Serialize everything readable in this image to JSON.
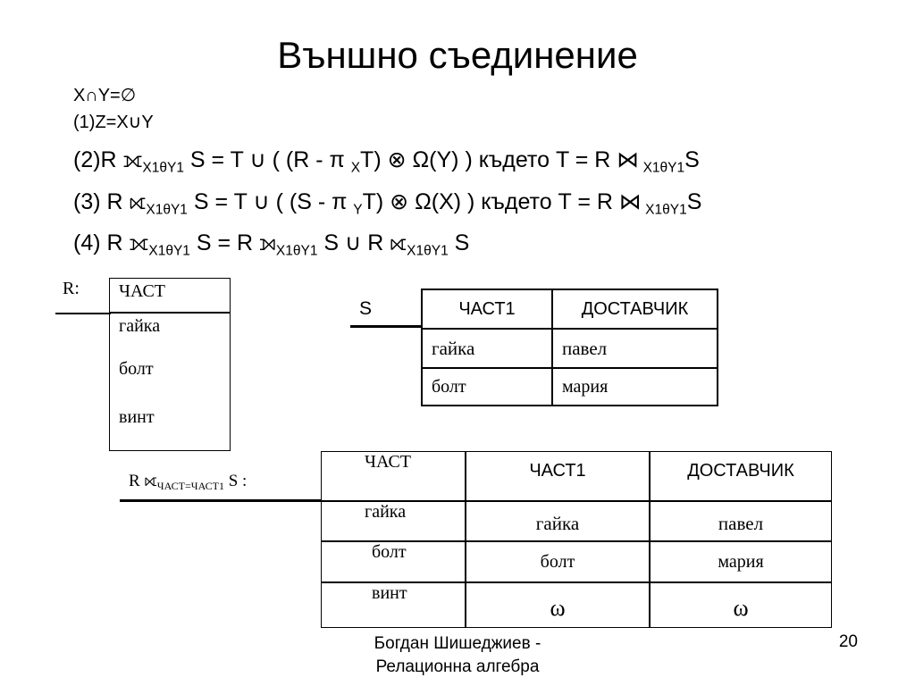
{
  "title": "Външно съединение",
  "line_xy": "X∩Y=∅",
  "line_z": "(1)Z=X∪Y",
  "formula2": {
    "prefix": "(2)R ",
    "op": "⟗",
    "sub1": "X1θY1",
    "mid": " S = T ∪ ( (R - π ",
    "sub_x": "X",
    "rest": "T) ⊗ Ω(Y) ) където T = R ",
    "op2": "⋈",
    "sub2": " X1θY1",
    "end": "S"
  },
  "formula3": {
    "prefix": "(3) R ",
    "op": "⟖",
    "sub1": "X1θY1",
    "mid": " S = T ∪ ( (S - π ",
    "sub_y": "Y",
    "rest": "T) ⊗ Ω(X) ) където T = R ",
    "op2": "⋈",
    "sub2": " X1θY1",
    "end": "S"
  },
  "formula4": {
    "prefix": "(4) R ",
    "op": "⟗",
    "sub1": "X1θY1",
    "mid": " S = R ",
    "op_b": "⟕",
    "sub2": "X1θY1",
    "mid2": " S ∪ R ",
    "op_c": "⟖",
    "sub3": "X1θY1",
    "end": " S"
  },
  "table_r": {
    "label": "R:",
    "header": "ЧАСТ",
    "rows": [
      "гайка",
      "болт",
      "винт"
    ]
  },
  "table_s": {
    "label": "S",
    "headers": [
      "ЧАСТ1",
      "ДОСТАВЧИК"
    ],
    "rows": [
      [
        "гайка",
        "павел"
      ],
      [
        "болт",
        "мария"
      ]
    ]
  },
  "table_result": {
    "label_prefix": "R ",
    "label_op": "⟖",
    "label_sub": "ЧАСТ=ЧАСТ1",
    "label_suffix": " S :",
    "headers": [
      "ЧАСТ",
      "ЧАСТ1",
      "ДОСТАВЧИК"
    ],
    "rows": [
      [
        "гайка",
        "гайка",
        "павел"
      ],
      [
        "болт",
        "болт",
        "мария"
      ],
      [
        "винт",
        "ω",
        "ω"
      ]
    ]
  },
  "footer": {
    "author": "Богдан Шишеджиев -",
    "course": "Релационна алгебра",
    "page": "20"
  }
}
